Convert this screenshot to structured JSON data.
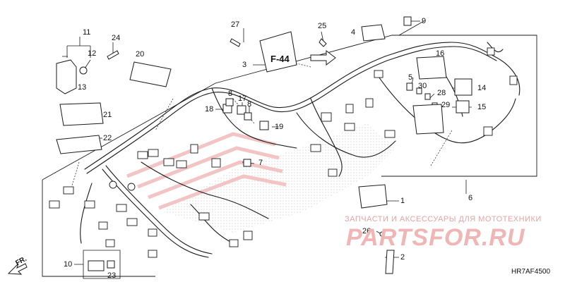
{
  "labels": {
    "p1": "1",
    "p2": "2",
    "p3": "3",
    "p4": "4",
    "p5": "5",
    "p6": "6",
    "p7": "7",
    "p8a": "8",
    "p8b": "8",
    "p9": "9",
    "p10": "10",
    "p11": "11",
    "p12": "12",
    "p13": "13",
    "p14": "14",
    "p15": "15",
    "p16": "16",
    "p17": "17",
    "p18": "18",
    "p19": "19",
    "p20": "20",
    "p21": "21",
    "p22": "22",
    "p23": "23",
    "p24": "24",
    "p25": "25",
    "p26": "26",
    "p27": "27",
    "p28": "28",
    "p29": "29",
    "p30": "30"
  },
  "reference": "F-44",
  "direction": "FR.",
  "diagram_code": "HR7AF4500",
  "watermark": {
    "top": "ЗАПЧАСТИ И АКСЕССУАРЫ ДЛЯ МОТОТЕХНИКИ",
    "main": "PARTSFOR.RU"
  },
  "colors": {
    "line": "#1a1a1a",
    "watermark": "#f0b5b5"
  }
}
